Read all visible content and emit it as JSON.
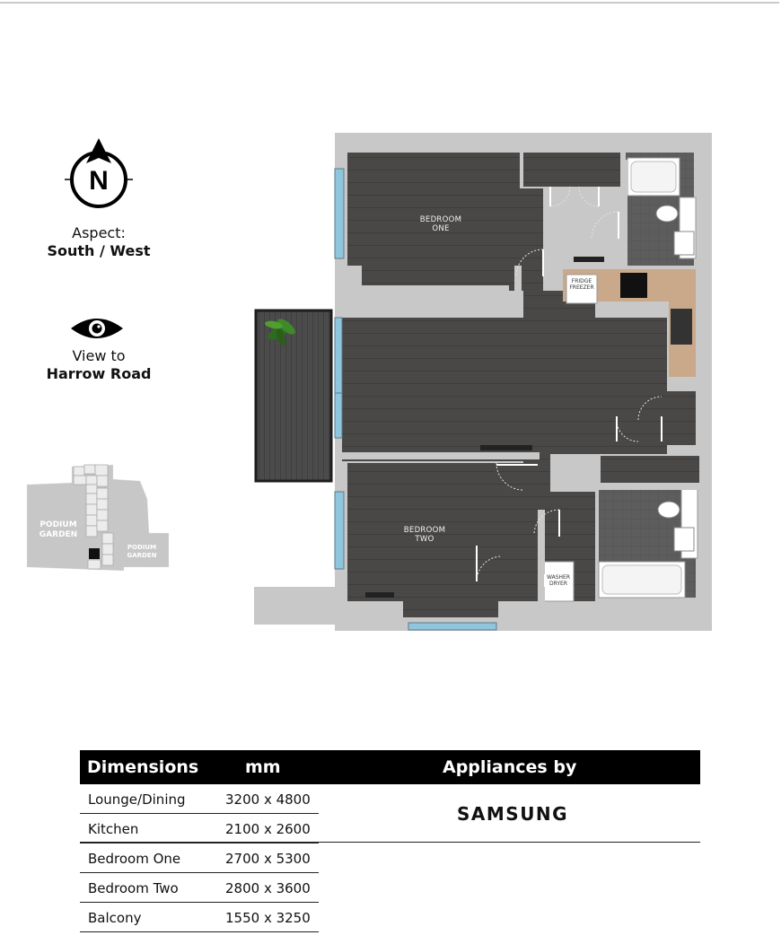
{
  "legend": {
    "compass_letter": "N",
    "aspect_label": "Aspect:",
    "aspect_value": "South / West",
    "view_label": "View to",
    "view_value": "Harrow Road",
    "keyplan": {
      "left_label": "PODIUM\nGARDEN",
      "right_label": "PODIUM\nGARDEN"
    }
  },
  "plan": {
    "rooms": {
      "bedroom_one": "BEDROOM\nONE",
      "bedroom_two": "BEDROOM\nTWO"
    },
    "appliances": {
      "fridge": "FRIDGE\nFREEZER",
      "washer": "WASHER\nDRYER"
    }
  },
  "table": {
    "header": {
      "col1": "Dimensions",
      "col2": "mm",
      "col3": "Appliances by"
    },
    "rows": [
      {
        "name": "Lounge/Dining",
        "mm": "3200 x 4800"
      },
      {
        "name": "Kitchen",
        "mm": "2100 x 2600"
      },
      {
        "name": "Bedroom One",
        "mm": "2700 x 5300"
      },
      {
        "name": "Bedroom Two",
        "mm": "2800 x 3600"
      },
      {
        "name": "Balcony",
        "mm": "1550 x 3250"
      }
    ],
    "brand": "SAMSUNG"
  },
  "colors": {
    "floor": "#4a4847",
    "wall": "#c8c8c8",
    "tile": "#5d5d5d",
    "worktop": "#c9a98a",
    "window": "#8fc6dd",
    "keyplan": "#c7c7c7",
    "keyplan_highlight": "#111111"
  }
}
